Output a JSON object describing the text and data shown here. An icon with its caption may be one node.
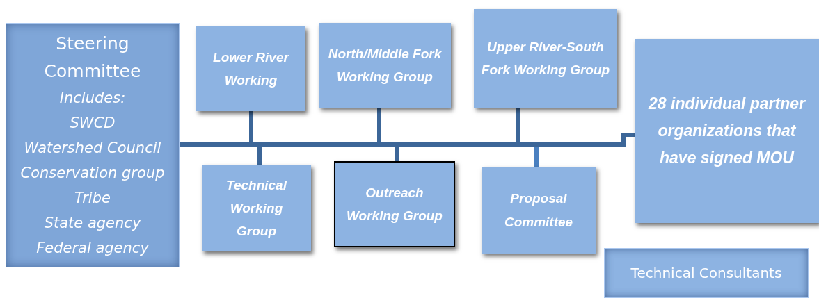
{
  "diagram": {
    "nodes": [
      {
        "text": [
          "Steering Committee",
          "Includes:",
          "SWCD",
          "Watershed Council",
          "Conservation group",
          "Tribe",
          "State agency",
          "Federal agency"
        ]
      },
      {
        "text": [
          "Lower River Working"
        ]
      },
      {
        "text": [
          "North/Middle Fork Working Group"
        ]
      },
      {
        "text": [
          "Upper River-South Fork Working Group"
        ]
      },
      {
        "text": [
          "Technical Working Group"
        ]
      },
      {
        "text": [
          "Outreach Working Group"
        ]
      },
      {
        "text": [
          "Proposal Committee"
        ]
      },
      {
        "text": [
          "28 individual partner organizations that have signed MOU"
        ]
      },
      {
        "text": [
          "Technical Consultants"
        ]
      }
    ],
    "edges": [
      {
        "from": 0,
        "to": 1,
        "arrow": "none"
      },
      {
        "from": 0,
        "to": 4,
        "arrow": "none"
      },
      {
        "from": 0,
        "to": 2,
        "arrow": "none"
      },
      {
        "from": 0,
        "to": 5,
        "arrow": "none"
      },
      {
        "from": 0,
        "to": 3,
        "arrow": "none"
      },
      {
        "from": 0,
        "to": 6,
        "arrow": "none"
      },
      {
        "from": 0,
        "to": 7,
        "arrow": "none"
      }
    ]
  }
}
